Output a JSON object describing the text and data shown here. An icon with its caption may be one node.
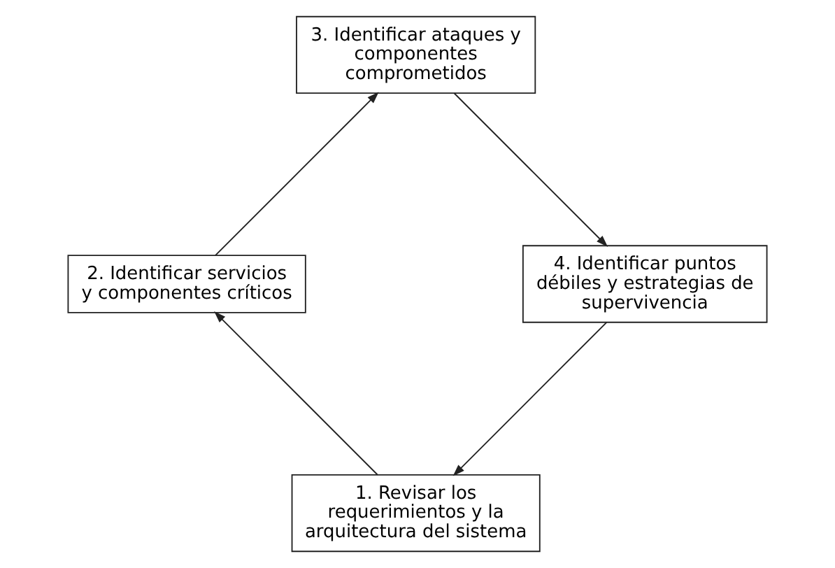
{
  "diagram": {
    "nodes": [
      {
        "text": [
          "1. Revisar los requerimientos y la arquitectura del sistema"
        ]
      },
      {
        "text": [
          "2. Identificar servicios y componentes críticos"
        ]
      },
      {
        "text": [
          "3. Identificar ataques y componentes comprometidos"
        ]
      },
      {
        "text": [
          "4. Identificar puntos débiles y estrategias de supervivencia"
        ]
      }
    ],
    "edges": [
      {
        "from": 0,
        "to": 1,
        "arrow": "to"
      },
      {
        "from": 1,
        "to": 2,
        "arrow": "to"
      },
      {
        "from": 2,
        "to": 3,
        "arrow": "to"
      },
      {
        "from": 3,
        "to": 0,
        "arrow": "to"
      }
    ]
  }
}
